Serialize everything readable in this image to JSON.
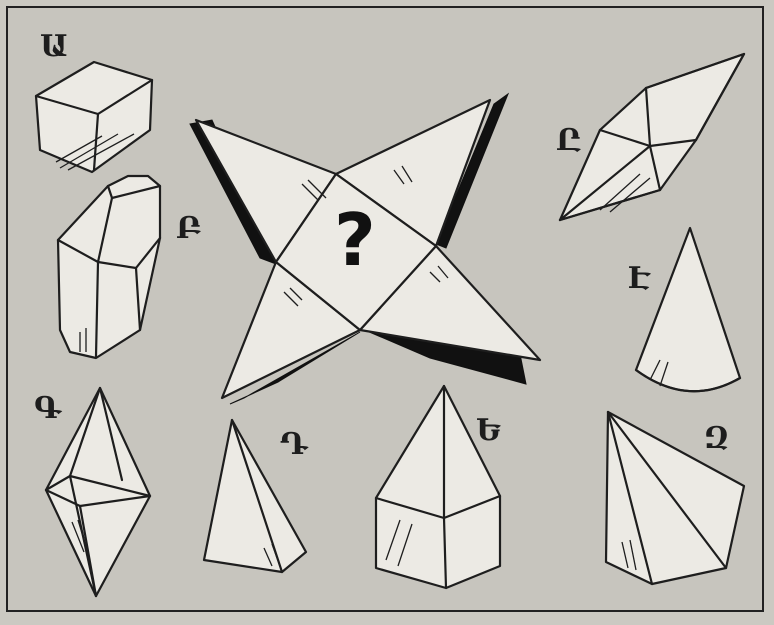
{
  "labels": {
    "a": "Ա",
    "b": "Բ",
    "c": "Գ",
    "d": "Դ",
    "e": "Ե",
    "f": "Զ",
    "g": "Է",
    "h": "Ը"
  },
  "center": {
    "question_mark": "?"
  }
}
